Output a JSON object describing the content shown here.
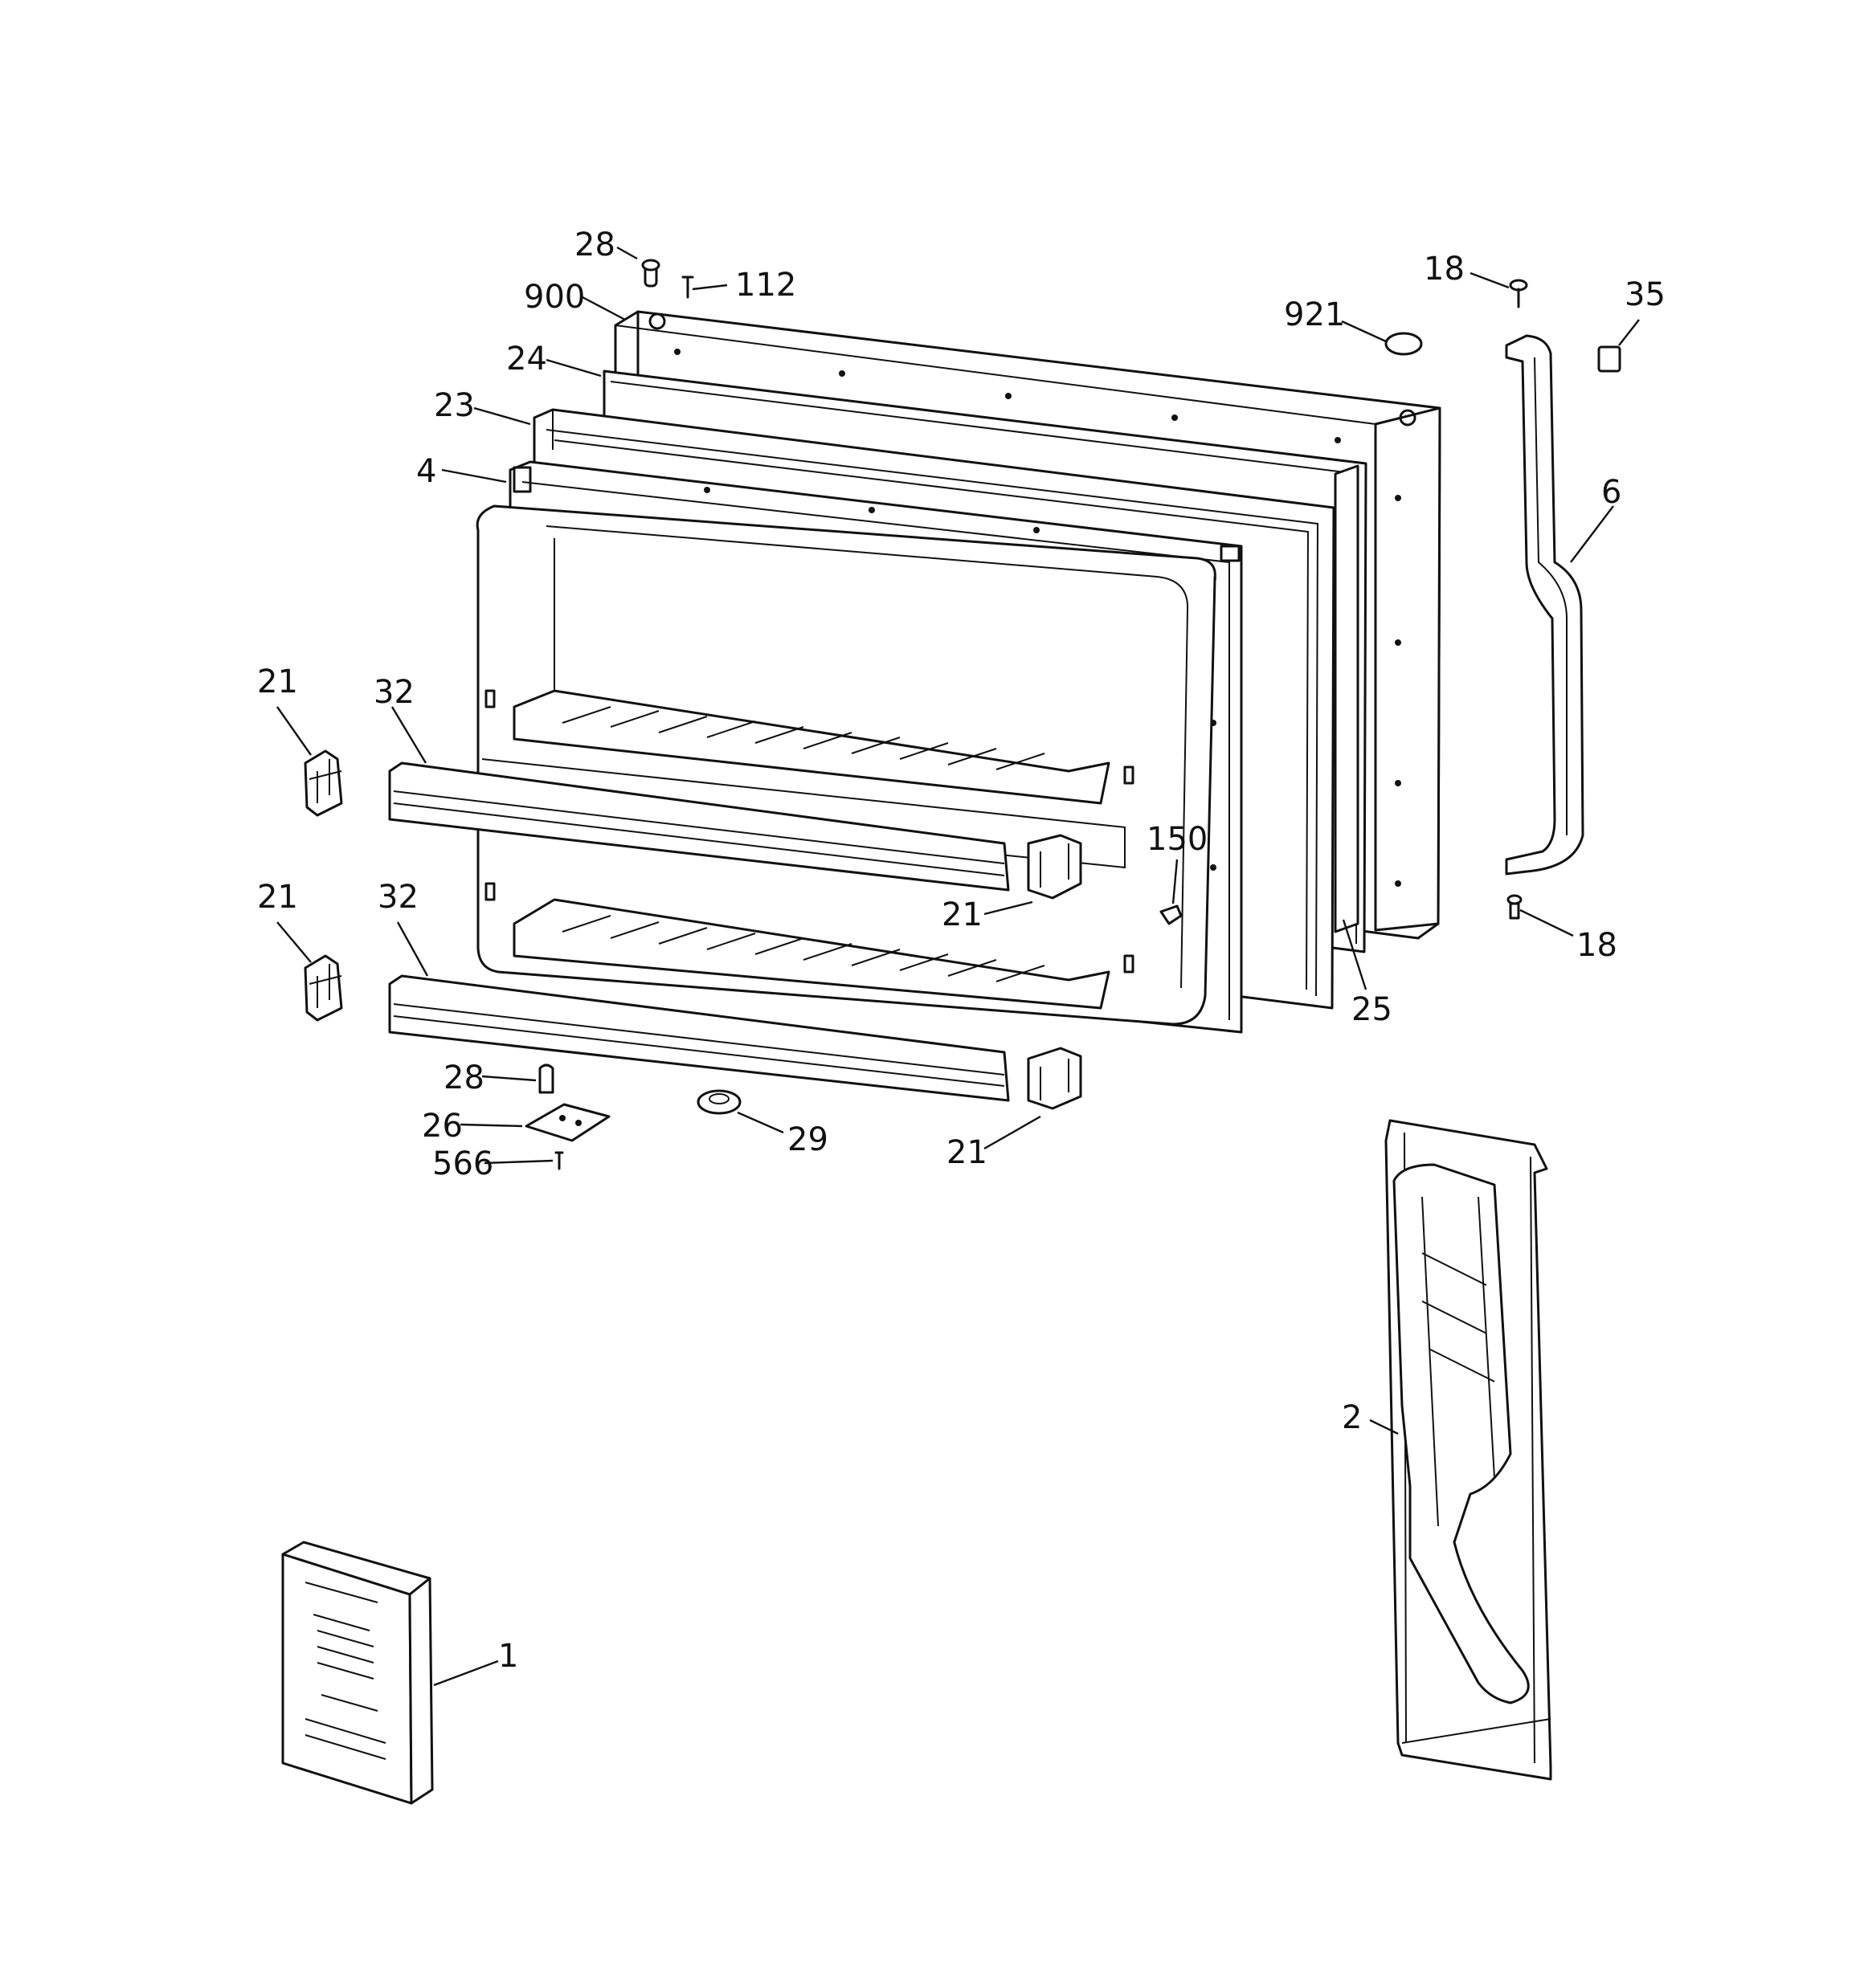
{
  "callouts": [
    {
      "id": "c-28-top",
      "text": "28"
    },
    {
      "id": "c-112",
      "text": "112"
    },
    {
      "id": "c-900",
      "text": "900"
    },
    {
      "id": "c-24",
      "text": "24"
    },
    {
      "id": "c-23",
      "text": "23"
    },
    {
      "id": "c-4",
      "text": "4"
    },
    {
      "id": "c-921",
      "text": "921"
    },
    {
      "id": "c-18-top",
      "text": "18"
    },
    {
      "id": "c-35",
      "text": "35"
    },
    {
      "id": "c-6",
      "text": "6"
    },
    {
      "id": "c-21-a",
      "text": "21"
    },
    {
      "id": "c-32-a",
      "text": "32"
    },
    {
      "id": "c-21-b",
      "text": "21"
    },
    {
      "id": "c-32-b",
      "text": "32"
    },
    {
      "id": "c-150",
      "text": "150"
    },
    {
      "id": "c-21-c",
      "text": "21"
    },
    {
      "id": "c-18-bot",
      "text": "18"
    },
    {
      "id": "c-25",
      "text": "25"
    },
    {
      "id": "c-28-bot",
      "text": "28"
    },
    {
      "id": "c-26",
      "text": "26"
    },
    {
      "id": "c-566",
      "text": "566"
    },
    {
      "id": "c-29",
      "text": "29"
    },
    {
      "id": "c-21-d",
      "text": "21"
    },
    {
      "id": "c-2",
      "text": "2"
    },
    {
      "id": "c-1",
      "text": "1"
    }
  ]
}
